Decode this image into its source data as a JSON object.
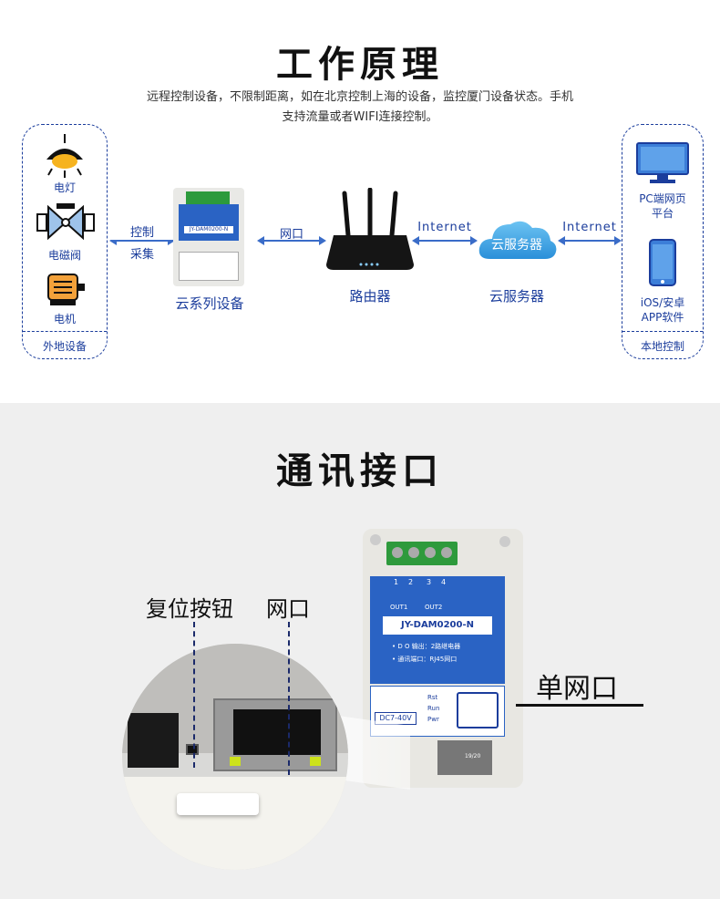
{
  "section1": {
    "title": "工作原理",
    "description_line1": "远程控制设备，不限制距离，如在北京控制上海的设备，监控厦门设备状态。手机",
    "description_line2": "支持流量或者WIFI连接控制。",
    "remote_devices": {
      "items": [
        {
          "label": "电灯",
          "icon": "lamp-icon"
        },
        {
          "label": "电磁阀",
          "icon": "valve-icon"
        },
        {
          "label": "电机",
          "icon": "motor-icon"
        }
      ],
      "footer": "外地设备"
    },
    "arrow1": {
      "line1": "控制",
      "line2": "采集"
    },
    "device": {
      "label": "云系列设备",
      "model": "JY-DAM0200-N"
    },
    "arrow2": "网口",
    "router": {
      "label": "路由器"
    },
    "arrow3": "Internet",
    "cloud": {
      "label": "云服务器",
      "inner": "云服务器"
    },
    "arrow4": "Internet",
    "local_control": {
      "items": [
        {
          "label_line1": "PC端网页",
          "label_line2": "平台",
          "icon": "monitor-icon"
        },
        {
          "label_line1": "iOS/安卓",
          "label_line2": "APP软件",
          "icon": "phone-icon"
        }
      ],
      "footer": "本地控制"
    },
    "colors": {
      "accent": "#1b3d9c",
      "arrow": "#3a6cc8"
    }
  },
  "section2": {
    "title": "通讯接口",
    "reset_label": "复位按钮",
    "ethernet_label": "网口",
    "single_port_label": "单网口",
    "device": {
      "model": "JY-DAM0200-N",
      "terminals": [
        "1",
        "2",
        "3",
        "4"
      ],
      "outs": [
        "OUT1",
        "OUT2"
      ],
      "spec1": "• D O 输出：2路继电器",
      "spec2": "• 通讯端口：RJ45网口",
      "power": "DC7-40V",
      "leds": [
        "Rst",
        "Run",
        "Pwr"
      ],
      "small_text": "19/20"
    }
  }
}
